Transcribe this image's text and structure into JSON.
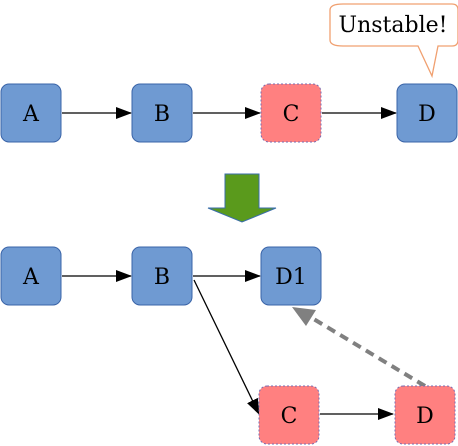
{
  "diagram": {
    "callout": {
      "text": "Unstable!"
    },
    "top_row": {
      "nodes": [
        {
          "id": "A",
          "label": "A",
          "state": "normal"
        },
        {
          "id": "B",
          "label": "B",
          "state": "normal"
        },
        {
          "id": "C",
          "label": "C",
          "state": "unstable"
        },
        {
          "id": "D",
          "label": "D",
          "state": "normal"
        }
      ],
      "edges": [
        [
          "A",
          "B"
        ],
        [
          "B",
          "C"
        ],
        [
          "C",
          "D"
        ]
      ]
    },
    "bottom_graph": {
      "nodes": [
        {
          "id": "A2",
          "label": "A",
          "state": "normal"
        },
        {
          "id": "B2",
          "label": "B",
          "state": "normal"
        },
        {
          "id": "D1",
          "label": "D1",
          "state": "normal"
        },
        {
          "id": "C2",
          "label": "C",
          "state": "unstable"
        },
        {
          "id": "D2",
          "label": "D",
          "state": "unstable"
        }
      ],
      "edges": [
        [
          "A2",
          "B2"
        ],
        [
          "B2",
          "D1"
        ],
        [
          "B2",
          "C2"
        ],
        [
          "C2",
          "D2"
        ]
      ],
      "dashed_edges": [
        [
          "D2",
          "D1"
        ]
      ]
    },
    "colors": {
      "normal_fill": "#6f9ad2",
      "normal_stroke": "#3a64a8",
      "unstable_fill": "#ff8080",
      "unstable_stroke": "#7a6bb0",
      "transition_arrow": "#5a9a1c",
      "callout_stroke": "#f0a070",
      "dashed_arrow": "#808080"
    }
  }
}
